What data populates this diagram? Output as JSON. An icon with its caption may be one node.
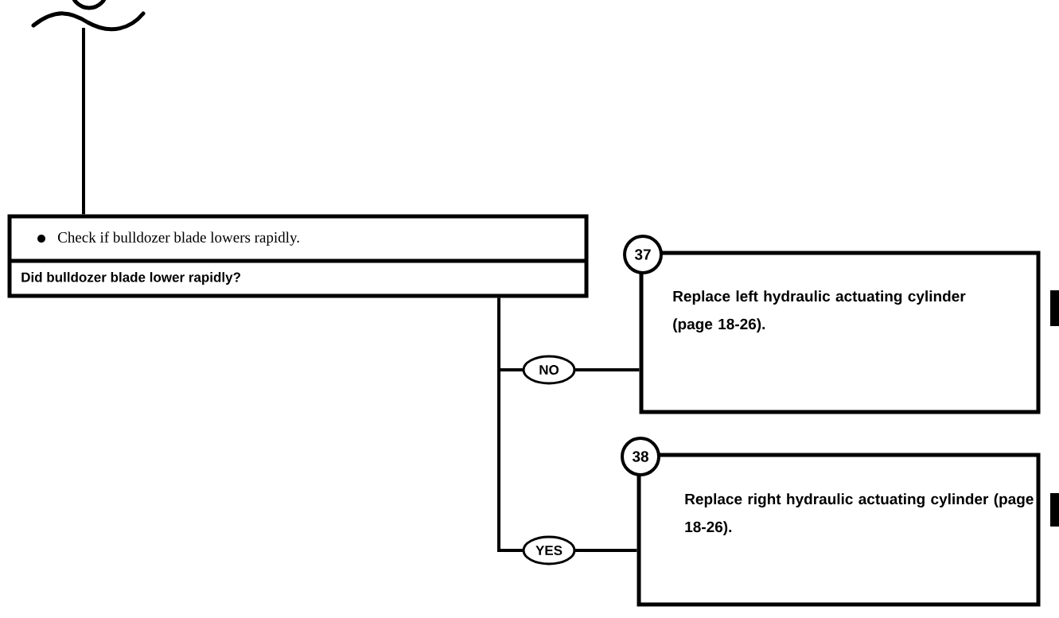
{
  "diagram": {
    "nodes": [
      {
        "text": [
          "Check if bulldozer blade lowers rapidly.",
          "Did bulldozer blade lower rapidly?"
        ]
      },
      {
        "text": [
          "37",
          "Replace left hydraulic actuating cylinder (page 18-26)."
        ]
      },
      {
        "text": [
          "38",
          "Replace right hydraulic actuating cylinder (page 18-26)."
        ]
      }
    ],
    "edges": [
      {
        "from": null,
        "to": 0,
        "arrow": "none"
      },
      {
        "from": 0,
        "to": 1,
        "label": "NO",
        "arrow": "none"
      },
      {
        "from": 0,
        "to": 2,
        "label": "YES",
        "arrow": "none"
      }
    ]
  }
}
